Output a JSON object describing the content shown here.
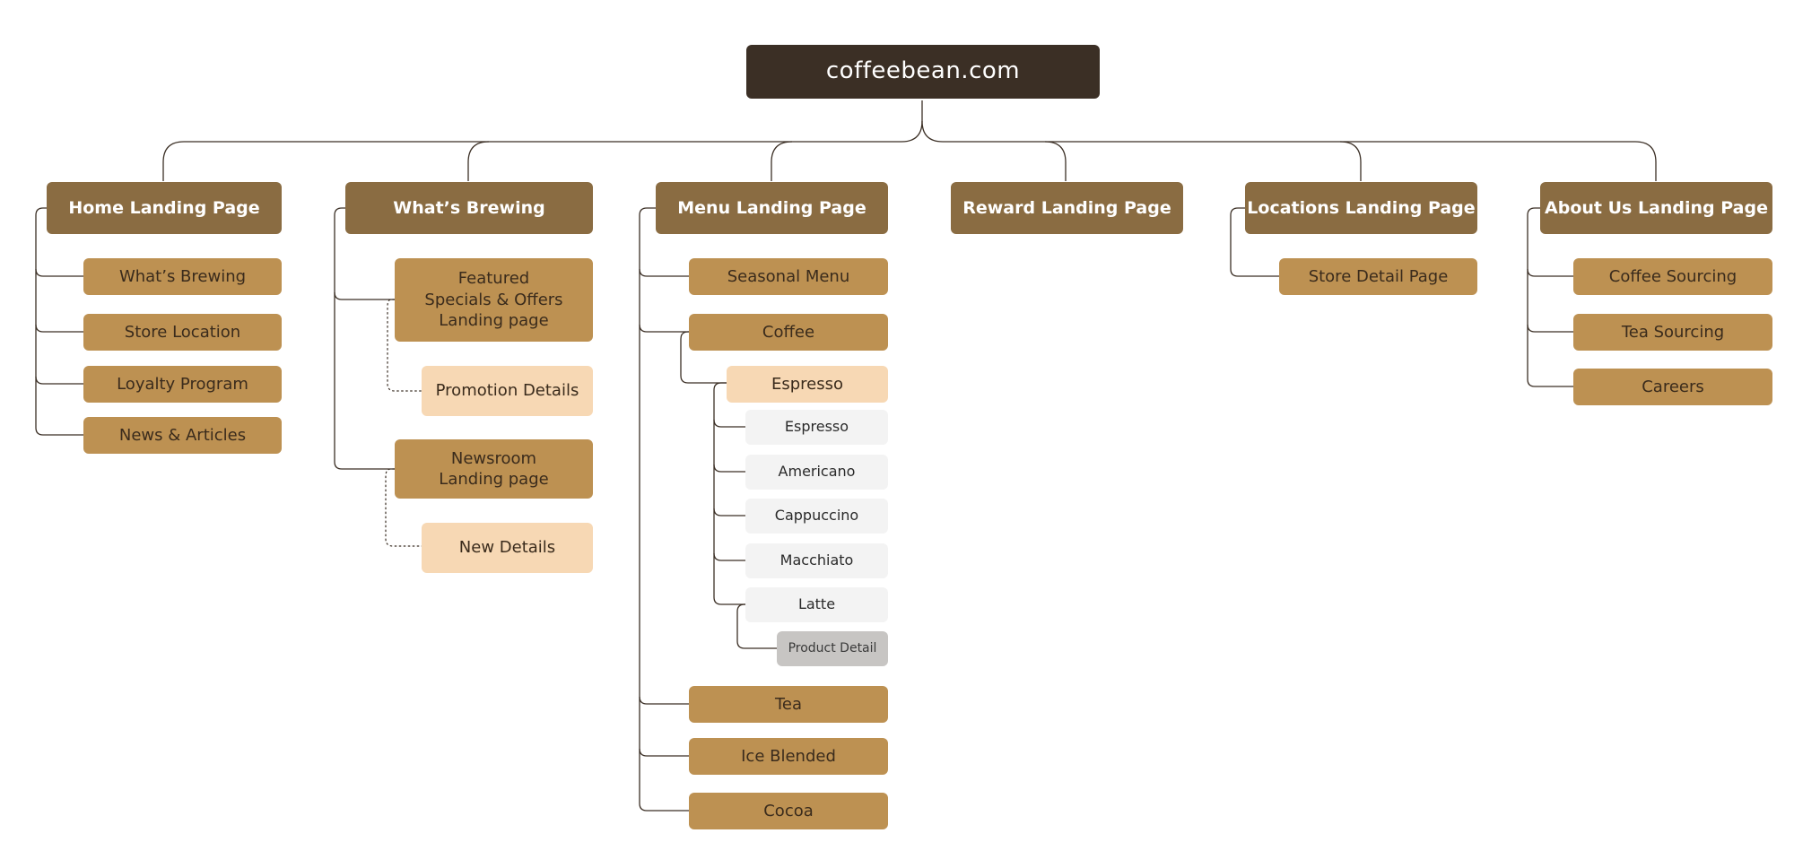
{
  "root": {
    "label": "coffeebean.com"
  },
  "sections": {
    "home": {
      "label": "Home Landing Page",
      "children": [
        "What’s Brewing",
        "Store Location",
        "Loyalty Program",
        "News & Articles"
      ]
    },
    "brewing": {
      "label": "What’s Brewing",
      "featured": "Featured\nSpecials & Offers\nLanding page",
      "promotion": "Promotion Details",
      "newsroom": "Newsroom\nLanding page",
      "new_details": "New Details"
    },
    "menu": {
      "label": "Menu Landing Page",
      "seasonal": "Seasonal Menu",
      "coffee": "Coffee",
      "espresso_group": "Espresso",
      "drinks": [
        "Espresso",
        "Americano",
        "Cappuccino",
        "Macchiato",
        "Latte"
      ],
      "product_detail": "Product Detail",
      "tea": "Tea",
      "ice_blended": "Ice Blended",
      "cocoa": "Cocoa"
    },
    "reward": {
      "label": "Reward Landing Page"
    },
    "locations": {
      "label": "Locations Landing Page",
      "children": [
        "Store Detail Page"
      ]
    },
    "about": {
      "label": "About Us Landing Page",
      "children": [
        "Coffee Sourcing",
        "Tea Sourcing",
        "Careers"
      ]
    }
  },
  "colors": {
    "root": "#3b2f25",
    "header": "#8a6c42",
    "level2": "#bd9152",
    "level3": "#f7d8b4",
    "level4": "#f3f3f3",
    "level5": "#c7c5c3",
    "line": "#3b2f25"
  }
}
